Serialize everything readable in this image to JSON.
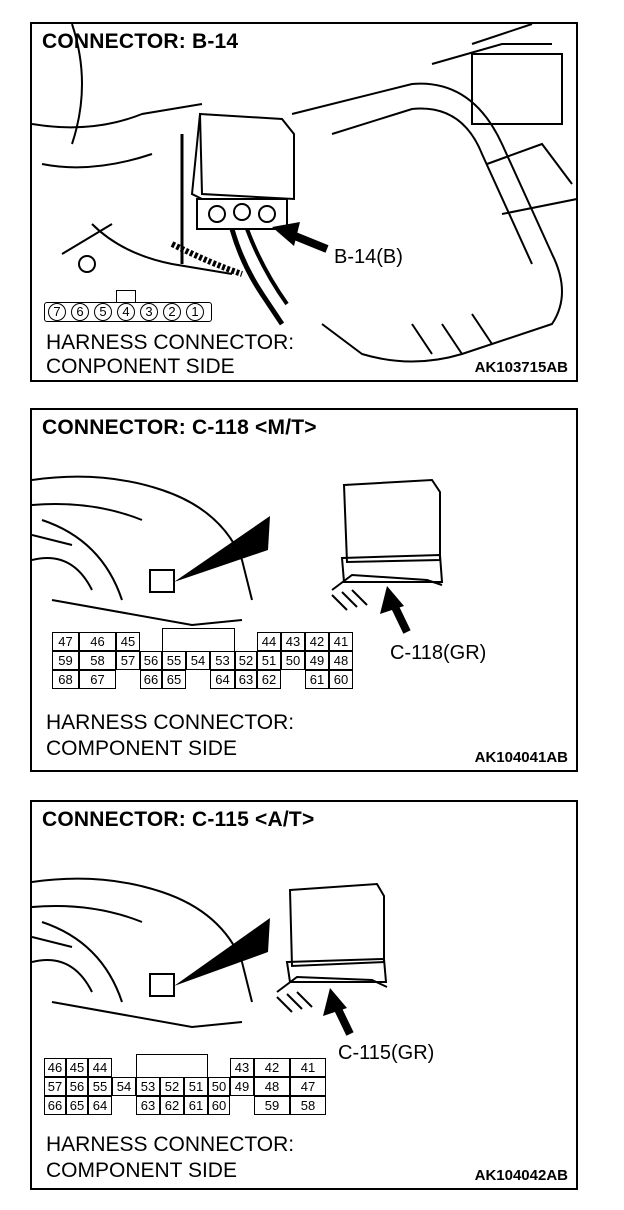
{
  "panels": [
    {
      "title": "CONNECTOR: B-14",
      "callout": "B-14(B)",
      "harness_line1": "HARNESS CONNECTOR:",
      "harness_line2": "CONPONENT SIDE",
      "code": "AK103715AB",
      "pins": [
        "7",
        "6",
        "5",
        "4",
        "3",
        "2",
        "1"
      ]
    },
    {
      "title": "CONNECTOR: C-118 <M/T>",
      "callout": "C-118(GR)",
      "harness_line1": "HARNESS CONNECTOR:",
      "harness_line2": "COMPONENT SIDE",
      "code": "AK104041AB",
      "pin_rows": [
        [
          "47",
          "46",
          "45",
          "",
          "",
          "",
          "",
          "44",
          "43",
          "42",
          "41"
        ],
        [
          "59",
          "58",
          "57",
          "56",
          "55",
          "54",
          "53",
          "52",
          "51",
          "50",
          "49",
          "48"
        ],
        [
          "68",
          "67",
          "",
          "66",
          "65",
          "",
          "64",
          "63",
          "62",
          "",
          "61",
          "60"
        ]
      ]
    },
    {
      "title": "CONNECTOR: C-115 <A/T>",
      "callout": "C-115(GR)",
      "harness_line1": "HARNESS CONNECTOR:",
      "harness_line2": "COMPONENT SIDE",
      "code": "AK104042AB",
      "pin_rows": [
        [
          "46",
          "45",
          "44",
          "",
          "",
          "",
          "",
          "",
          "43",
          "42",
          "41"
        ],
        [
          "57",
          "56",
          "55",
          "54",
          "53",
          "52",
          "51",
          "50",
          "49",
          "48",
          "47"
        ],
        [
          "66",
          "65",
          "64",
          "",
          "63",
          "62",
          "61",
          "60",
          "",
          "59",
          "58"
        ]
      ]
    }
  ]
}
